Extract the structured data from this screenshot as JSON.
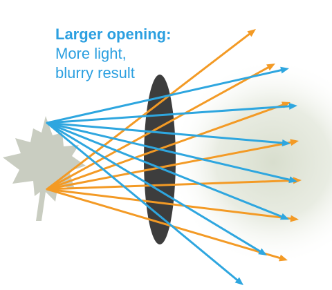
{
  "caption": {
    "heading": "Larger opening:",
    "line1": "More light,",
    "line2": "blurry result"
  },
  "colors": {
    "blue_rays": "#2ea6df",
    "orange_rays": "#f39a25",
    "lens": "#3d3d3d",
    "leaf": "#c9cdc1",
    "blur_glow": "#d6dccb",
    "caption": "#2b9fe0"
  },
  "icons": [
    "maple-leaf-icon",
    "lens-icon",
    "arrow-head-icon"
  ]
}
